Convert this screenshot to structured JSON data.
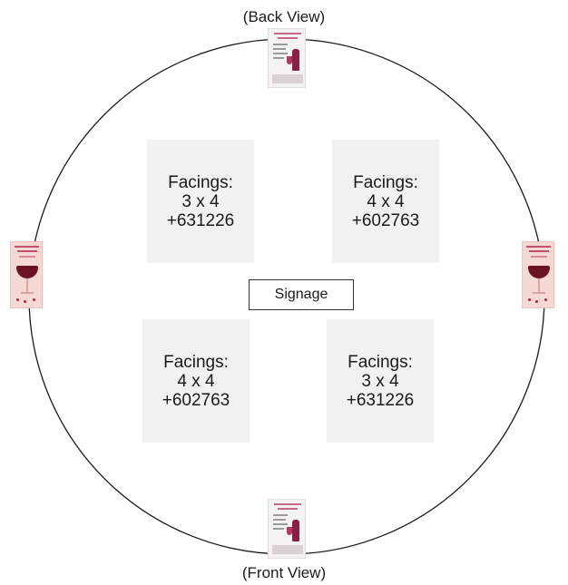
{
  "back_view_label": "(Back View)",
  "front_view_label": "(Front View)",
  "signage_label": "Signage",
  "facings": [
    {
      "title": "Facings:",
      "size": "3 x 4",
      "code": "+631226"
    },
    {
      "title": "Facings:",
      "size": "4 x 4",
      "code": "+602763"
    },
    {
      "title": "Facings:",
      "size": "4 x 4",
      "code": "+602763"
    },
    {
      "title": "Facings:",
      "size": "3 x 4",
      "code": "+631226"
    }
  ],
  "colors": {
    "outline": "#1a1a1a",
    "facing_fill": "#f1f1f1",
    "poster_pink": "#f6d9d4",
    "wine_red": "#6b1324"
  },
  "icons": {
    "top_poster": "flyer-poster-icon",
    "bottom_poster": "flyer-poster-icon",
    "left_poster": "wine-glass-poster-icon",
    "right_poster": "wine-glass-poster-icon"
  }
}
